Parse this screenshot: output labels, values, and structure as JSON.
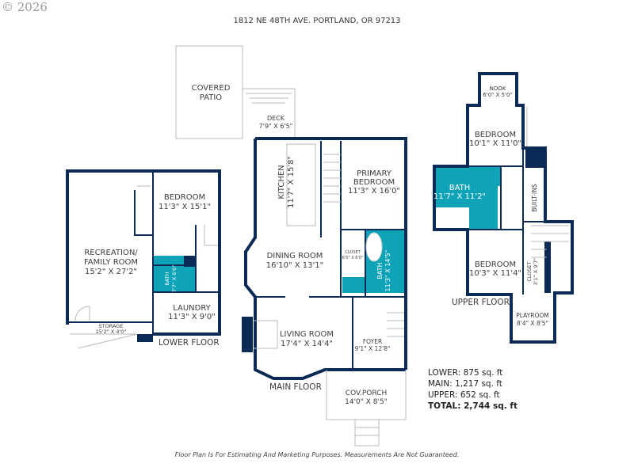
{
  "copyright": "© 2026",
  "address": "1812 NE 48TH AVE. PORTLAND, OR 97213",
  "colors": {
    "walls": "#0b2a55",
    "bath": "#0fa3b8"
  },
  "floors": {
    "lower": {
      "label": "LOWER FLOOR",
      "rooms": {
        "recreation": {
          "name1": "RECREATION/",
          "name2": "FAMILY ROOM",
          "dims": "15'2\" X 27'2\""
        },
        "bedroom": {
          "name": "BEDROOM",
          "dims": "11'3\" X 15'1\""
        },
        "bath": {
          "name": "BATH",
          "dims": "7'7\" X 6'0\""
        },
        "laundry": {
          "name": "LAUNDRY",
          "dims": "11'3\" X 9'0\""
        },
        "storage": {
          "name": "STORAGE",
          "dims": "15'2\" X 4'0\""
        }
      }
    },
    "main": {
      "label": "MAIN FLOOR",
      "rooms": {
        "patio": {
          "name1": "COVERED",
          "name2": "PATIO"
        },
        "deck": {
          "name": "DECK",
          "dims": "7'9\" X 6'5\""
        },
        "kitchen": {
          "name": "KITCHEN",
          "dims": "11'7\" X 15'8\""
        },
        "primary": {
          "name1": "PRIMARY",
          "name2": "BEDROOM",
          "dims": "11'3\" X 16'0\""
        },
        "closet": {
          "name": "CLOSET",
          "dims": "6'0\" X 6'0\""
        },
        "bath": {
          "name": "BATH",
          "dims": "11'3\" X 14'5\""
        },
        "dining": {
          "name": "DINING ROOM",
          "dims": "16'10\" X 13'1\""
        },
        "living": {
          "name": "LIVING ROOM",
          "dims": "17'4\" X 14'4\""
        },
        "foyer": {
          "name": "FOYER",
          "dims": "9'1\" X 12'8\""
        },
        "porch": {
          "name": "COV.PORCH",
          "dims": "14'0\" X 8'5\""
        }
      }
    },
    "upper": {
      "label": "UPPER FLOOR",
      "rooms": {
        "nook": {
          "name": "NOOK",
          "dims": "6'0\" X 5'0\""
        },
        "bedroom1": {
          "name": "BEDROOM",
          "dims": "10'1\" X 11'0\""
        },
        "bath": {
          "name": "BATH",
          "dims": "11'7\" X 11'2\""
        },
        "builtins": {
          "name": "BUILT-INS"
        },
        "bedroom2": {
          "name": "BEDROOM",
          "dims": "10'3\" X 11'4\""
        },
        "closet": {
          "name": "CLOSET",
          "dims": "3'1\" X 9'7\""
        },
        "playroom": {
          "name": "PLAYROOM",
          "dims": "8'4\" X 8'5\""
        }
      }
    }
  },
  "totals": {
    "lower": "LOWER: 875 sq. ft",
    "main": "MAIN: 1,217 sq. ft",
    "upper": "UPPER: 652 sq. ft",
    "total": "TOTAL: 2,744 sq. ft"
  },
  "disclaimer": "Floor Plan Is For Estimating And Marketing Purposes. Measurements Are Not Guaranteed."
}
